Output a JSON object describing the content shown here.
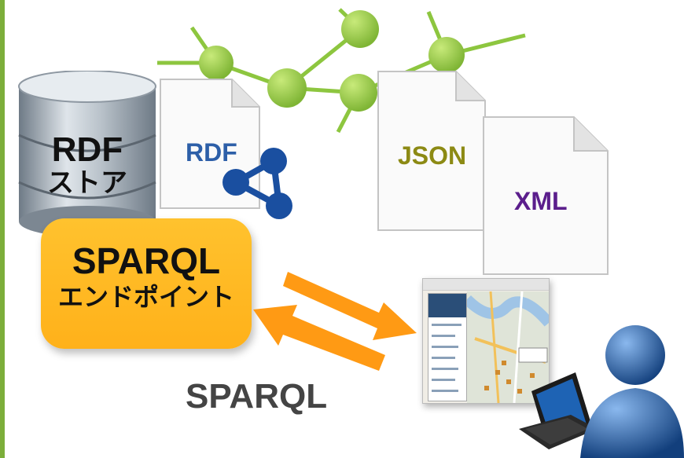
{
  "database": {
    "title": "RDF",
    "subtitle": "ストア"
  },
  "documents": {
    "rdf": "RDF",
    "json": "JSON",
    "xml": "XML"
  },
  "endpoint": {
    "title": "SPARQL",
    "subtitle": "エンドポイント"
  },
  "query_label": "SPARQL",
  "colors": {
    "graph_green": "#8dc63f",
    "endpoint_orange": "#ffb81c",
    "arrow_orange": "#ff9a14",
    "rdf_blue": "#2d5fa8",
    "json_olive": "#8c8a14",
    "xml_purple": "#5b1e8c",
    "frame_green": "#7cae3a"
  }
}
